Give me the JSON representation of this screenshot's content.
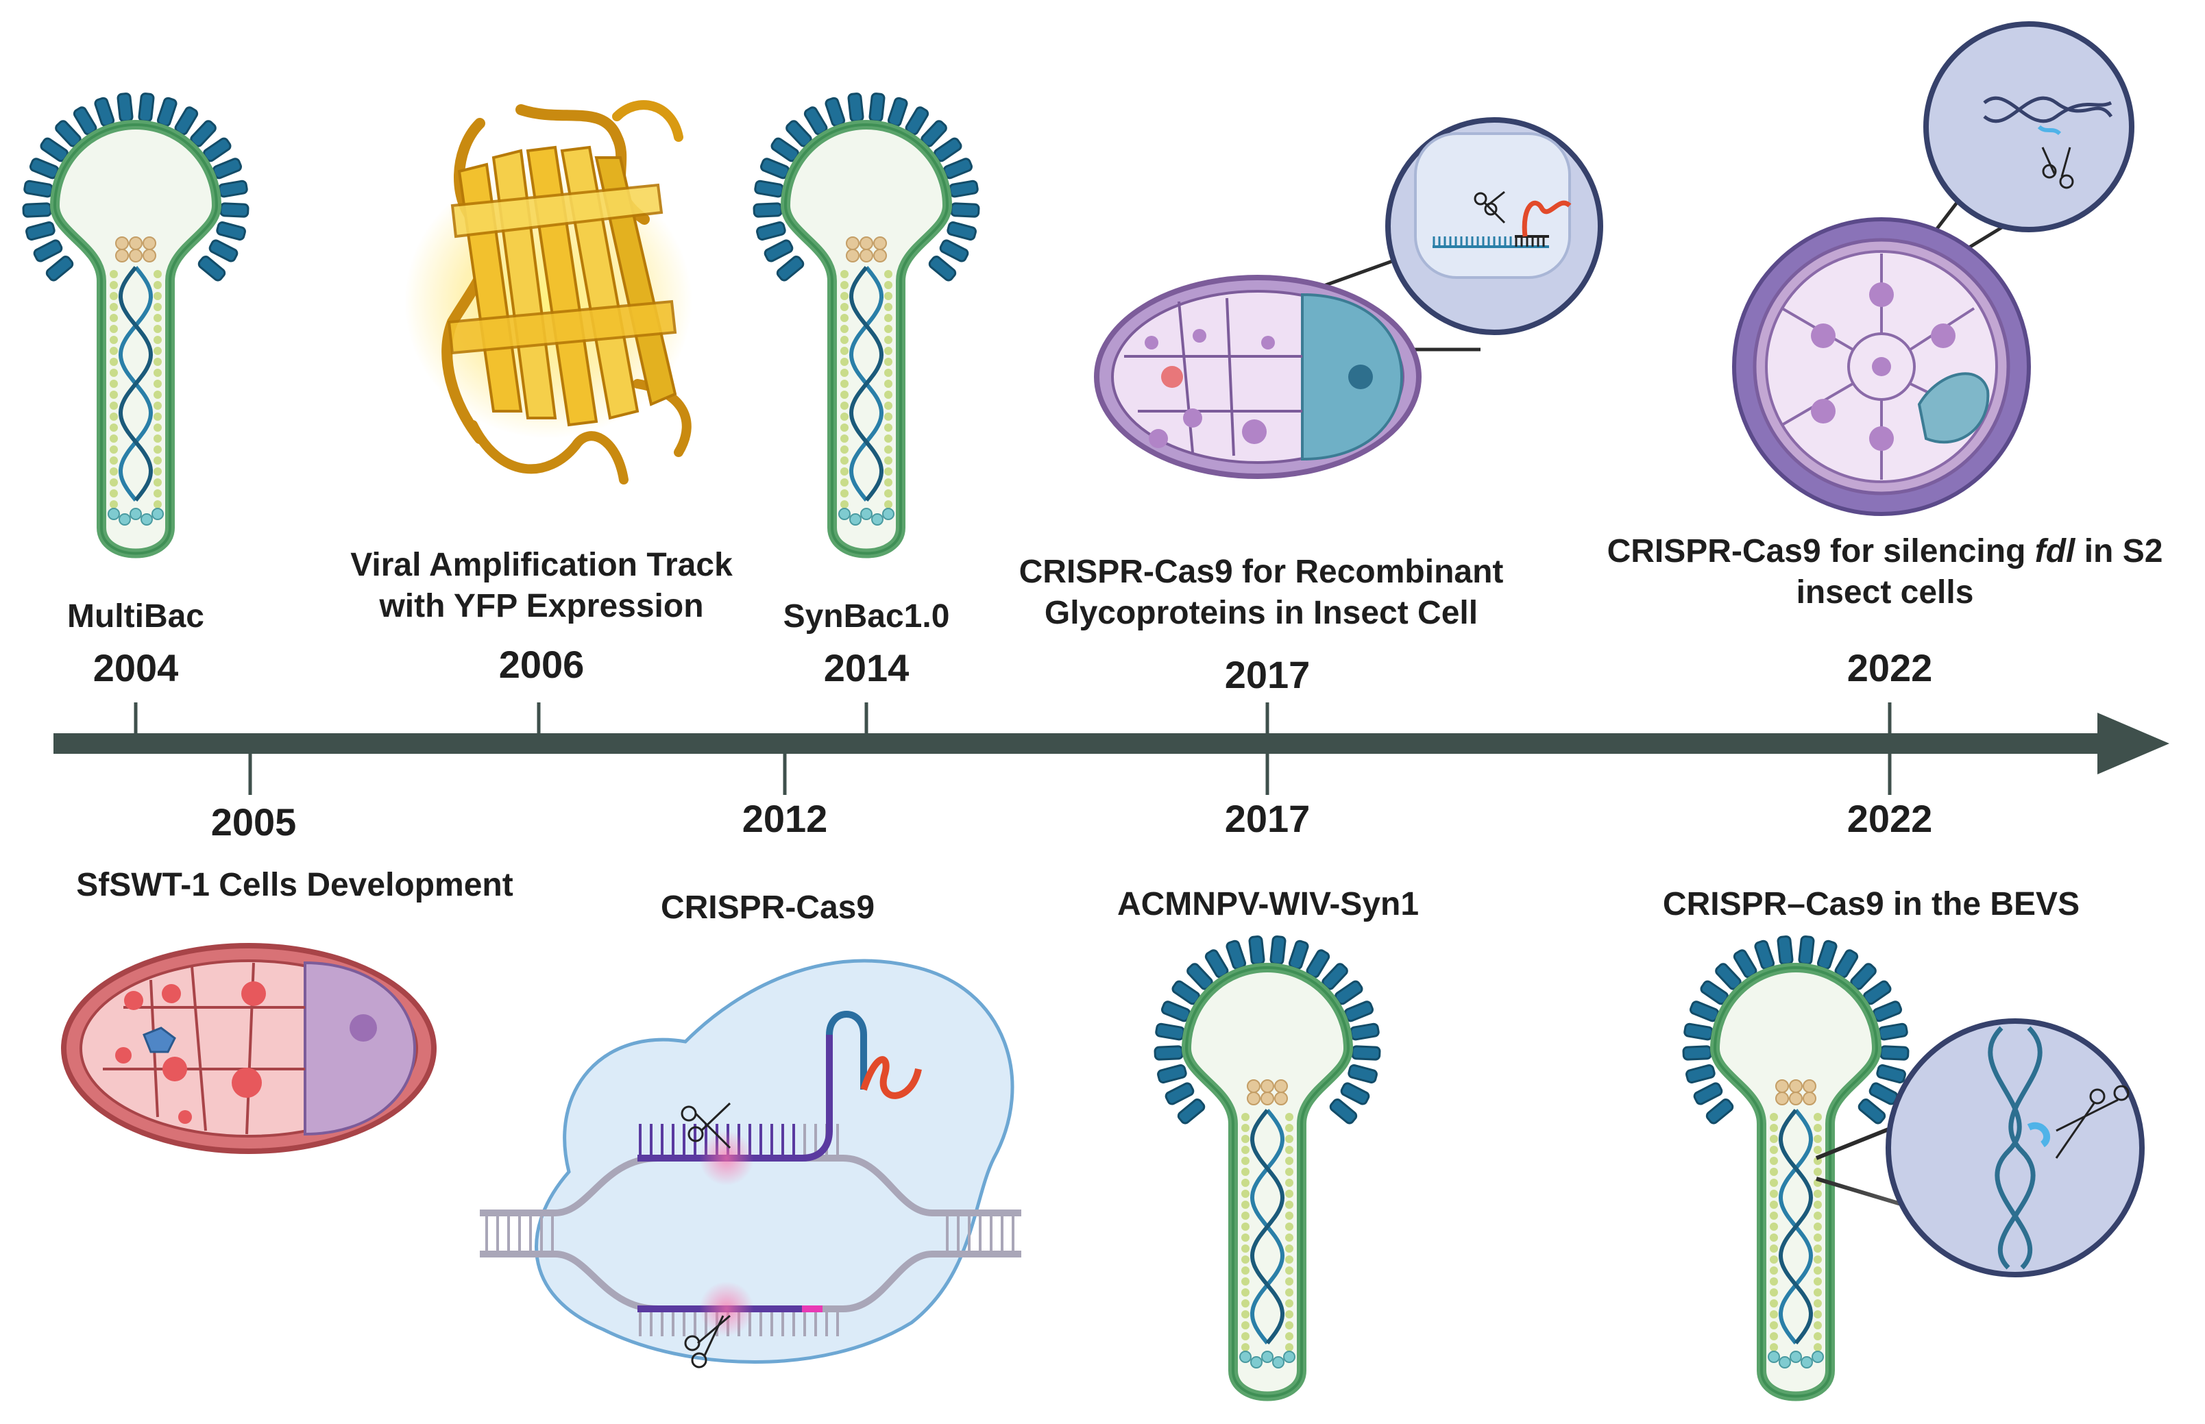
{
  "timeline": {
    "axis_color": "#3f504c",
    "top": [
      {
        "year": "2004",
        "title": [
          "MultiBac"
        ]
      },
      {
        "year": "2006",
        "title": [
          "Viral Amplification Track",
          "with YFP Expression"
        ]
      },
      {
        "year": "2014",
        "title": [
          "SynBac1.0"
        ]
      },
      {
        "year": "2017",
        "title": [
          "CRISPR-Cas9 for Recombinant",
          "Glycoproteins in Insect Cell"
        ]
      },
      {
        "year": "2022",
        "title_before": "CRISPR-Cas9 for silencing ",
        "title_em": "fdl",
        "title_after": " in S2",
        "title_line2": "insect cells"
      }
    ],
    "bottom": [
      {
        "year": "2005",
        "title": "SfSWT-1 Cells Development"
      },
      {
        "year": "2012",
        "title": "CRISPR-Cas9"
      },
      {
        "year": "2017",
        "title": "ACMNPV-WIV-Syn1"
      },
      {
        "year": "2022",
        "title": "CRISPR–Cas9 in the BEVS"
      }
    ]
  },
  "colors": {
    "virus_spike": "#1f6f97",
    "virus_capsid": "#5aa36b",
    "dna": "#2a7fa8",
    "red_cell": "#e8777a",
    "purple_cell": "#c6a5d6",
    "zoom_bg": "#c8cfe8",
    "yfp": "#f2c12e"
  }
}
